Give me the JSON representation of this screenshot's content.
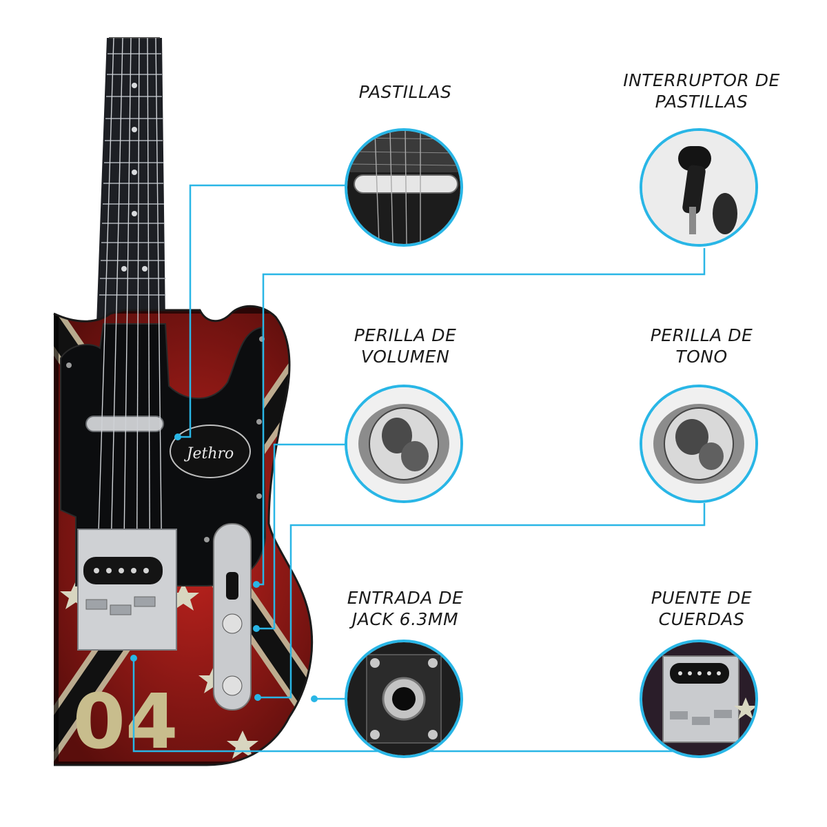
{
  "accent_color": "#29b6e6",
  "guitar": {
    "brand": "Jethro",
    "number": "04"
  },
  "callouts": [
    {
      "id": "pastillas",
      "lines": [
        "PASTILLAS"
      ],
      "icon": "pickup-closeup"
    },
    {
      "id": "interruptor",
      "lines": [
        "INTERRUPTOR DE",
        "PASTILLAS"
      ],
      "icon": "pickup-switch-closeup"
    },
    {
      "id": "volumen",
      "lines": [
        "PERILLA DE",
        "VOLUMEN"
      ],
      "icon": "volume-knob-closeup"
    },
    {
      "id": "tono",
      "lines": [
        "PERILLA DE",
        "TONO"
      ],
      "icon": "tone-knob-closeup"
    },
    {
      "id": "jack",
      "lines": [
        "ENTRADA DE",
        "JACK 6.3MM"
      ],
      "icon": "jack-input-closeup"
    },
    {
      "id": "puente",
      "lines": [
        "PUENTE DE",
        "CUERDAS"
      ],
      "icon": "bridge-closeup"
    }
  ]
}
